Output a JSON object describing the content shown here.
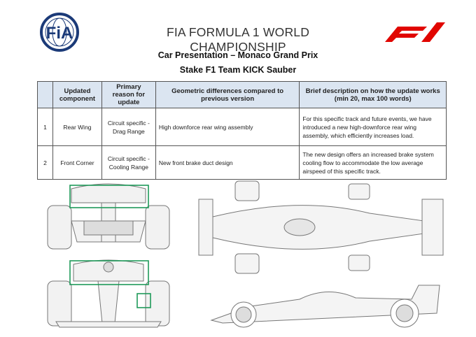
{
  "header": {
    "fia_logo_text": "FIA",
    "title": "FIA FORMULA 1 WORLD CHAMPIONSHIP",
    "f1_logo_text": "F1",
    "subtitle": "Car Presentation – Monaco Grand Prix",
    "team": "Stake F1 Team KICK Sauber"
  },
  "table": {
    "headers": [
      "",
      "Updated component",
      "Primary reason for update",
      "Geometric differences compared to previous version",
      "Brief description on how the update works (min 20, max 100 words)"
    ],
    "rows": [
      {
        "num": "1",
        "component": "Rear Wing",
        "reason": "Circuit specific - Drag Range",
        "geometry": "High downforce rear wing assembly",
        "description": "For this specific track and future events, we have introduced a new high-downforce rear wing assembly, which efficiently increases load."
      },
      {
        "num": "2",
        "component": "Front Corner",
        "reason": "Circuit specific - Cooling Range",
        "geometry": "New front brake duct design",
        "description": "The new design offers an increased brake system cooling flow to accommodate the low average airspeed of this specific track."
      }
    ]
  },
  "colors": {
    "header_bg": "#dbe5f1",
    "highlight": "#1f9a5a",
    "f1_red": "#e10600",
    "fia_blue": "#1b3a78"
  }
}
